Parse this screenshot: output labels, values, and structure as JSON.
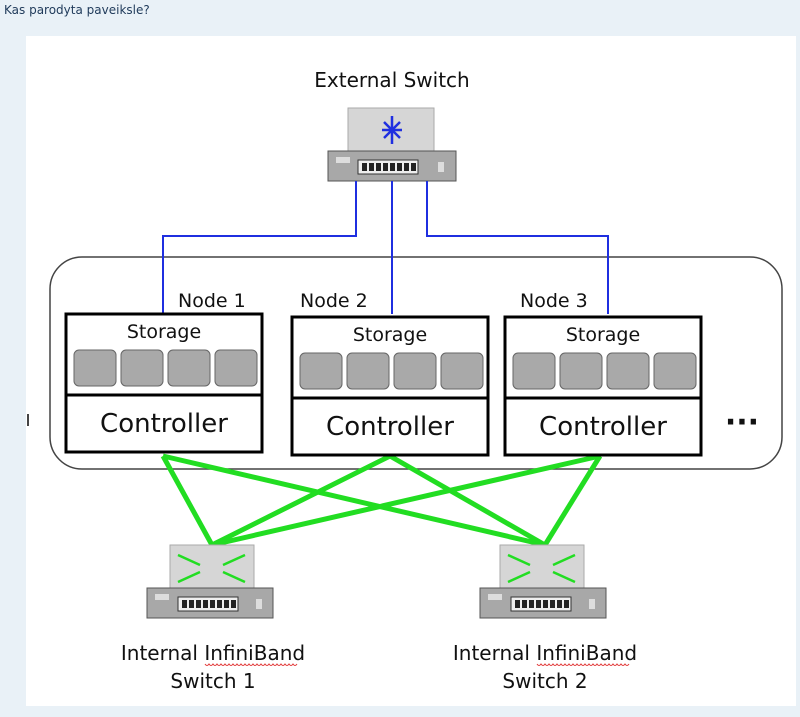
{
  "question": "Kas parodyta paveiksle?",
  "diagram": {
    "external_switch": "External Switch",
    "nodes": [
      {
        "name": "Node 1",
        "storage": "Storage",
        "controller": "Controller"
      },
      {
        "name": "Node 2",
        "storage": "Storage",
        "controller": "Controller"
      },
      {
        "name": "Node 3",
        "storage": "Storage",
        "controller": "Controller"
      }
    ],
    "ellipsis": "···",
    "switches": [
      {
        "line1": "Internal InfiniBand",
        "line2": "Switch 1"
      },
      {
        "line1": "Internal InfiniBand",
        "line2": "Switch 2"
      }
    ],
    "colors": {
      "uplink": "#1f2fe0",
      "interconnect": "#22dd22"
    }
  }
}
